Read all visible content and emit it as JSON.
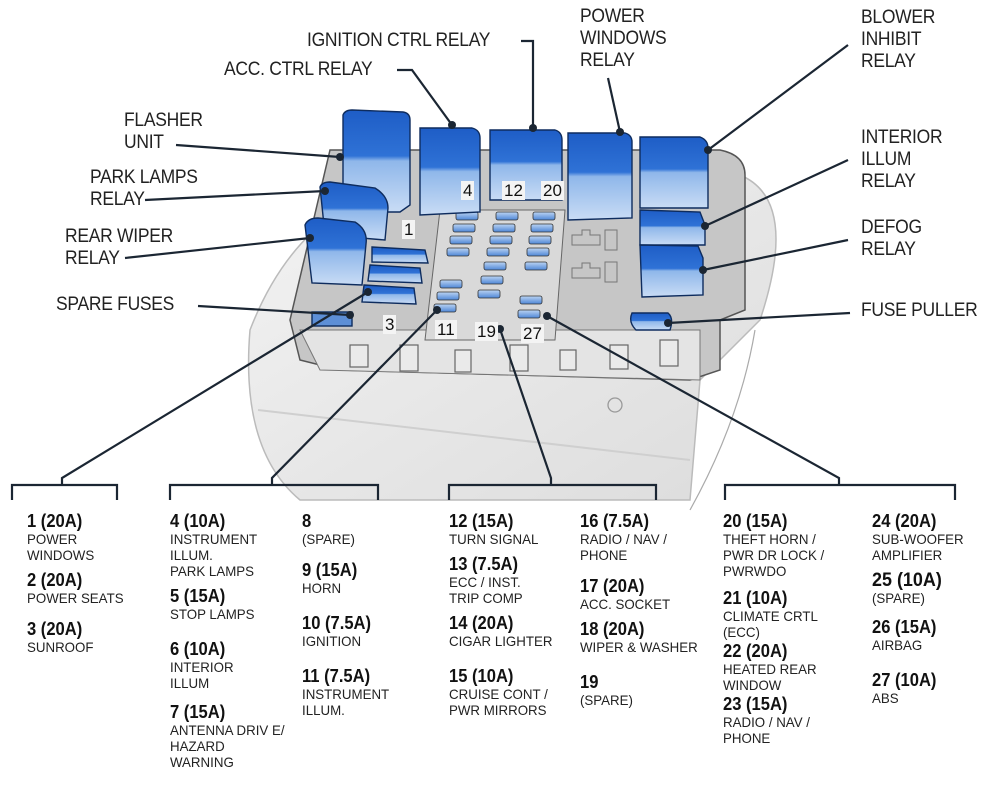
{
  "colors": {
    "relay_blue": "#1f5fc8",
    "relay_light": "#9cc0ec",
    "box_gray": "#c9c9c9",
    "leader_line": "#1b2633"
  },
  "callouts": {
    "ignition_ctrl_relay": "IGNITION CTRL RELAY",
    "acc_ctrl_relay": "ACC. CTRL RELAY",
    "power_windows_relay": "POWER\nWINDOWS\nRELAY",
    "blower_inhibit_relay": "BLOWER\nINHIBIT\nRELAY",
    "flasher_unit": "FLASHER\nUNIT",
    "park_lamps_relay": "PARK LAMPS\nRELAY",
    "rear_wiper_relay": "REAR WIPER\nRELAY",
    "interior_illum_relay": "INTERIOR\nILLUM\nRELAY",
    "defog_relay": "DEFOG\nRELAY",
    "spare_fuses": "SPARE FUSES",
    "fuse_puller": "FUSE PULLER"
  },
  "box_numbers": [
    "4",
    "12",
    "20",
    "1",
    "3",
    "11",
    "19",
    "27"
  ],
  "fuse_groups": [
    {
      "columns": [
        [
          {
            "head": "1 (20A)",
            "desc": "POWER\nWINDOWS"
          },
          {
            "head": "2 (20A)",
            "desc": "POWER SEATS"
          },
          {
            "head": "3 (20A)",
            "desc": "SUNROOF"
          }
        ]
      ]
    },
    {
      "columns": [
        [
          {
            "head": "4 (10A)",
            "desc": "INSTRUMENT\nILLUM.\nPARK LAMPS"
          },
          {
            "head": "5 (15A)",
            "desc": "STOP LAMPS"
          },
          {
            "head": "6 (10A)",
            "desc": "INTERIOR\nILLUM"
          },
          {
            "head": "7 (15A)",
            "desc": "ANTENNA DRIV E/\nHAZARD\nWARNING"
          }
        ],
        [
          {
            "head": "8",
            "desc": "(SPARE)"
          },
          {
            "head": "9 (15A)",
            "desc": "HORN"
          },
          {
            "head": "10 (7.5A)",
            "desc": "IGNITION"
          },
          {
            "head": "11 (7.5A)",
            "desc": "INSTRUMENT\nILLUM."
          }
        ]
      ]
    },
    {
      "columns": [
        [
          {
            "head": "12 (15A)",
            "desc": "TURN SIGNAL"
          },
          {
            "head": "13 (7.5A)",
            "desc": "ECC / INST.\nTRIP COMP"
          },
          {
            "head": "14 (20A)",
            "desc": "CIGAR LIGHTER"
          },
          {
            "head": "15 (10A)",
            "desc": "CRUISE CONT /\nPWR MIRRORS"
          }
        ],
        [
          {
            "head": "16 (7.5A)",
            "desc": "RADIO / NAV /\nPHONE"
          },
          {
            "head": "17 (20A)",
            "desc": "ACC. SOCKET"
          },
          {
            "head": "18 (20A)",
            "desc": "WIPER & WASHER"
          },
          {
            "head": "19",
            "desc": "(SPARE)"
          }
        ]
      ]
    },
    {
      "columns": [
        [
          {
            "head": "20 (15A)",
            "desc": "THEFT HORN /\nPWR DR LOCK /\nPWRWDO"
          },
          {
            "head": "21 (10A)",
            "desc": "CLIMATE CRTL\n(ECC)"
          },
          {
            "head": "22 (20A)",
            "desc": "HEATED REAR\nWINDOW"
          },
          {
            "head": "23 (15A)",
            "desc": "RADIO / NAV /\nPHONE"
          }
        ],
        [
          {
            "head": "24 (20A)",
            "desc": "SUB-WOOFER\nAMPLIFIER"
          },
          {
            "head": "25 (10A)",
            "desc": "(SPARE)"
          },
          {
            "head": "26 (15A)",
            "desc": "AIRBAG"
          },
          {
            "head": "27 (10A)",
            "desc": "ABS"
          }
        ]
      ]
    }
  ]
}
